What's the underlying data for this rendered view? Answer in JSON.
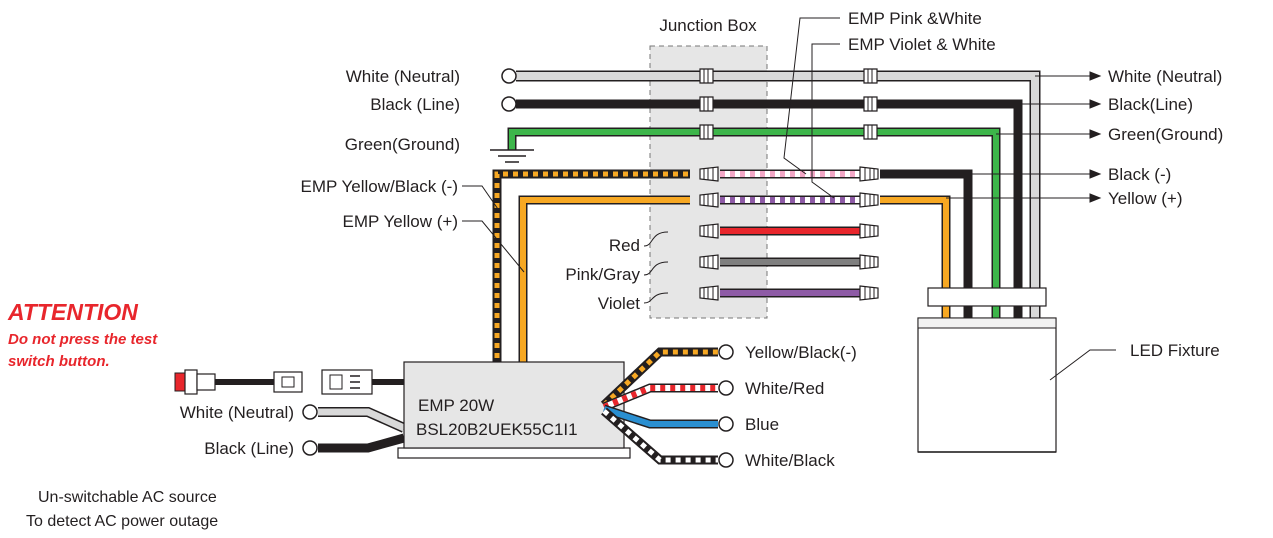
{
  "junction_box": {
    "title": "Junction Box"
  },
  "emp_wires": {
    "pink_white": "EMP Pink &White",
    "violet_white": "EMP Violet & White"
  },
  "left_inputs": {
    "white_neutral": "White (Neutral)",
    "black_line": "Black (Line)",
    "green_ground": "Green(Ground)",
    "emp_yellow_black": "EMP Yellow/Black (-)",
    "emp_yellow": "EMP Yellow (+)"
  },
  "junction_wires": {
    "red": "Red",
    "pink_gray": "Pink/Gray",
    "violet": "Violet"
  },
  "right_outputs": {
    "white_neutral": "White (Neutral)",
    "black_line": "Black(Line)",
    "green_ground": "Green(Ground)",
    "black_neg": "Black (-)",
    "yellow_pos": "Yellow (+)"
  },
  "fixture": {
    "label": "LED Fixture"
  },
  "attention": {
    "title": "ATTENTION",
    "line1": "Do not press the test",
    "line2": "switch button."
  },
  "device": {
    "model": "EMP 20W",
    "part": "BSL20B2UEK55C1I1"
  },
  "ac_inputs": {
    "white_neutral": "White (Neutral)",
    "black_line": "Black (Line)"
  },
  "device_outputs": {
    "yellow_black": "Yellow/Black(-)",
    "white_red": "White/Red",
    "blue": "Blue",
    "white_black": "White/Black"
  },
  "ac_note": {
    "line1": "Un-switchable AC source",
    "line2": "To detect AC power outage"
  },
  "colors": {
    "white_wire": "#d9d9d9",
    "black_wire": "#231f20",
    "green_wire": "#3db54a",
    "yellow_wire": "#f7a823",
    "red_wire": "#e8262c",
    "gray_wire": "#7f7f7f",
    "violet_wire": "#8e5ba6",
    "blue_wire": "#2a8fd1",
    "pink_wire": "#f2a7c6",
    "attention": "#e8262c"
  }
}
